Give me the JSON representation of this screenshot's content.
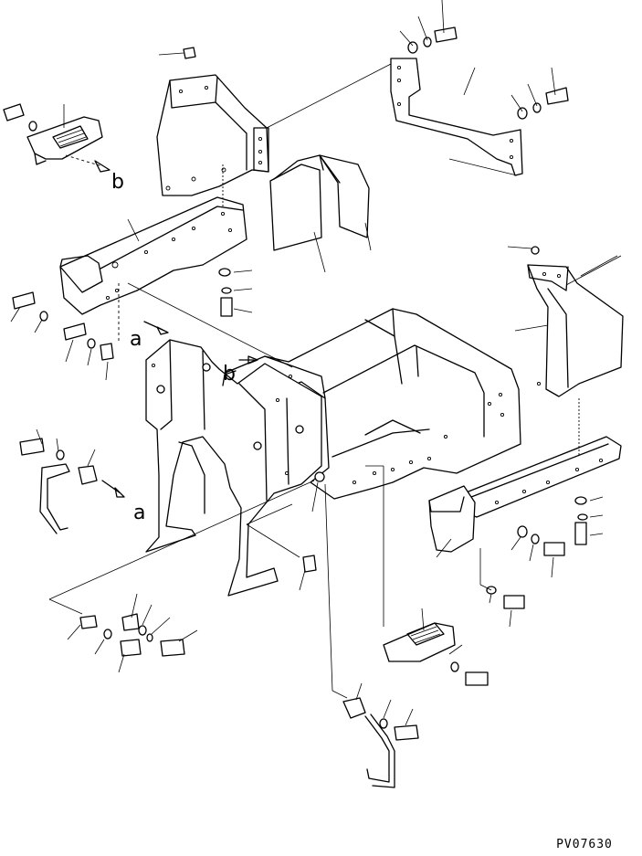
{
  "diagram": {
    "view_labels": {
      "a": "a",
      "b": "b"
    },
    "figure_code": "PV07630"
  }
}
